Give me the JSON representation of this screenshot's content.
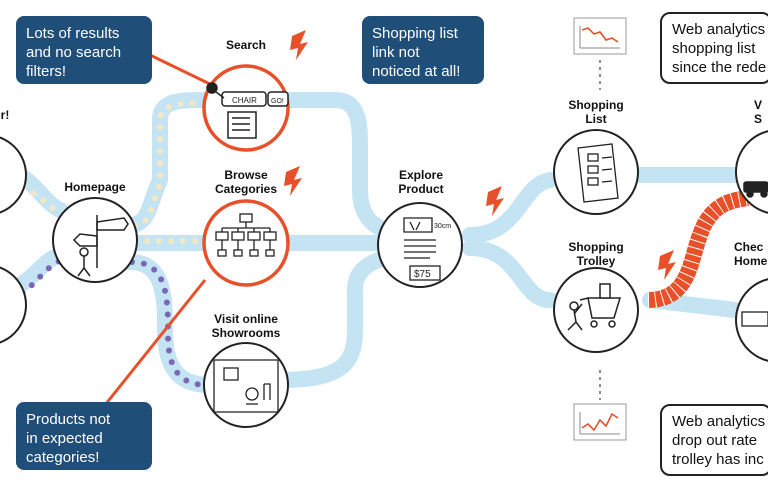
{
  "callouts": {
    "search_issue": [
      "Lots of results",
      "and no search",
      "filters!"
    ],
    "shopping_list_issue": [
      "Shopping list",
      "link not",
      "noticed at all!"
    ],
    "categories_issue": [
      "Products not",
      "in expected",
      "categories!"
    ],
    "analytics_top": [
      "Web analytics",
      "shopping list",
      "since the rede"
    ],
    "analytics_bottom": [
      "Web analytics",
      "drop out rate",
      "trolley has inc"
    ]
  },
  "stages": {
    "homepage": "Homepage",
    "search": "Search",
    "browse": [
      "Browse",
      "Categories"
    ],
    "showrooms": [
      "Visit online",
      "Showrooms"
    ],
    "explore": [
      "Explore",
      "Product"
    ],
    "shopping_list": [
      "Shopping",
      "List"
    ],
    "trolley": [
      "Shopping",
      "Trolley"
    ],
    "right_top": [
      "V",
      "S"
    ],
    "checkout": [
      "Chec",
      "Home"
    ],
    "left_cut": "r!"
  },
  "sketch_text": {
    "search_query": "CHAIR",
    "search_go": "GO!",
    "dimension": "30cm",
    "price": "$75"
  },
  "colors": {
    "path": "#c4e3f3",
    "callout": "#1f4e79",
    "highlight": "#e8502a",
    "dots_light": "#f3e7c6",
    "dots_dark": "#7b68b5"
  }
}
